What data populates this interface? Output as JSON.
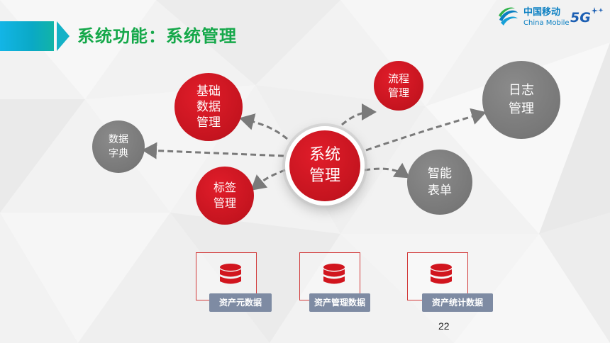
{
  "slide": {
    "title": "系统功能：系统管理",
    "page_number": "22"
  },
  "logo": {
    "cn": "中国移动",
    "en": "China Mobile",
    "badge": "5G"
  },
  "diagram": {
    "center": "系统\n管理",
    "nodes": {
      "basic_data": "基础\n数据\n管理",
      "flow": "流程\n管理",
      "log": "日志\n管理",
      "dictionary": "数据\n字典",
      "tag": "标签\n管理",
      "smart_form": "智能\n表单"
    }
  },
  "databases": [
    {
      "label": "资产元数据"
    },
    {
      "label": "资产管理数据"
    },
    {
      "label": "资产统计数据"
    }
  ],
  "colors": {
    "accent_red": "#c8161d",
    "gray_node": "#7d7d7d",
    "title_green": "#15a84a",
    "header_blue": "#13b5e6",
    "db_label_bg": "#7e8ba3"
  }
}
